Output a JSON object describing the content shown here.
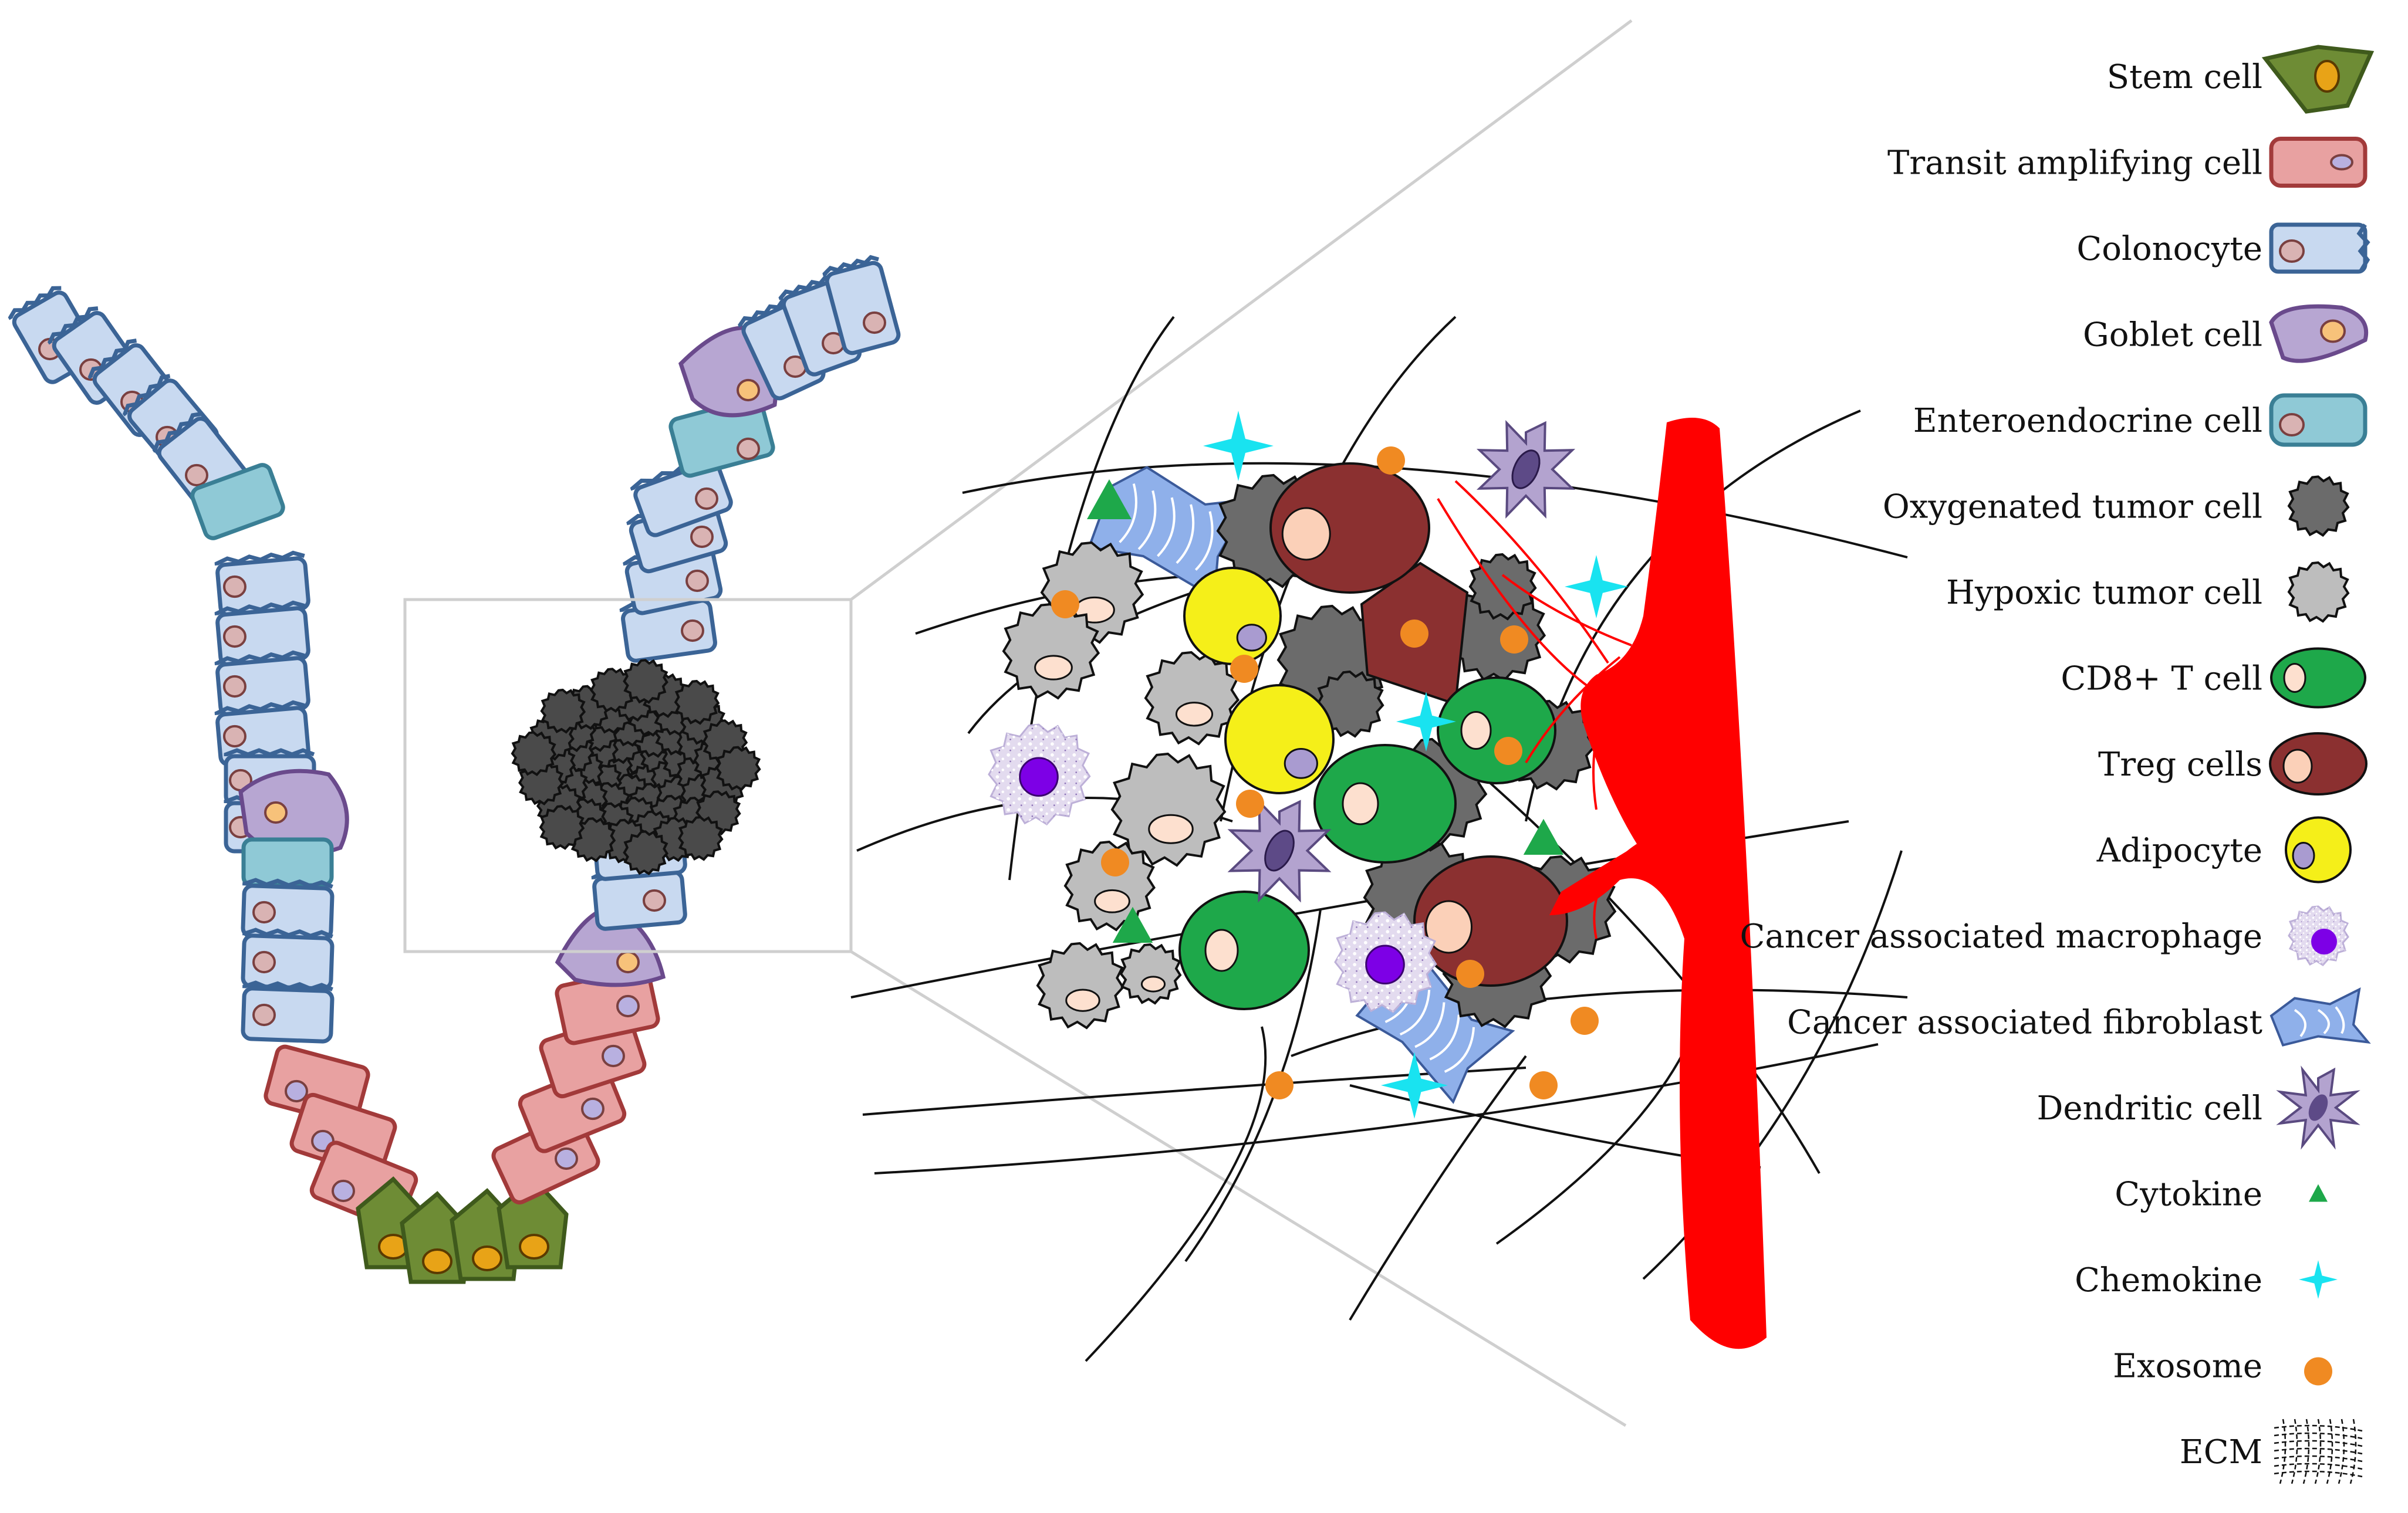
{
  "legend": [
    {
      "key": "stem_cell",
      "label": "Stem cell",
      "icon": "stem-cell-icon"
    },
    {
      "key": "transit_amplifying_cell",
      "label": "Transit amplifying cell",
      "icon": "transit-amplifying-cell-icon"
    },
    {
      "key": "colonocyte",
      "label": "Colonocyte",
      "icon": "colonocyte-icon"
    },
    {
      "key": "goblet_cell",
      "label": "Goblet cell",
      "icon": "goblet-cell-icon"
    },
    {
      "key": "enteroendocrine_cell",
      "label": "Enteroendocrine cell",
      "icon": "enteroendocrine-cell-icon"
    },
    {
      "key": "oxygenated_tumor_cell",
      "label": "Oxygenated tumor cell",
      "icon": "oxygenated-tumor-cell-icon"
    },
    {
      "key": "hypoxic_tumor_cell",
      "label": "Hypoxic tumor cell",
      "icon": "hypoxic-tumor-cell-icon"
    },
    {
      "key": "cd8_t_cell",
      "label": "CD8+ T cell",
      "icon": "cd8-t-cell-icon"
    },
    {
      "key": "treg_cells",
      "label": "Treg cells",
      "icon": "treg-cell-icon"
    },
    {
      "key": "adipocyte",
      "label": "Adipocyte",
      "icon": "adipocyte-icon"
    },
    {
      "key": "macrophage",
      "label": "Cancer associated macrophage",
      "icon": "macrophage-icon"
    },
    {
      "key": "fibroblast",
      "label": "Cancer associated fibroblast",
      "icon": "fibroblast-icon"
    },
    {
      "key": "dendritic_cell",
      "label": "Dendritic cell",
      "icon": "dendritic-cell-icon"
    },
    {
      "key": "cytokine",
      "label": "Cytokine",
      "icon": "cytokine-triangle-icon"
    },
    {
      "key": "chemokine",
      "label": "Chemokine",
      "icon": "chemokine-star-icon"
    },
    {
      "key": "exosome",
      "label": "Exosome",
      "icon": "exosome-dot-icon"
    },
    {
      "key": "ecm",
      "label": "ECM",
      "icon": "ecm-mesh-icon"
    }
  ],
  "colors": {
    "stem_fill": "#6e8c35",
    "stem_stroke": "#3f5a1c",
    "stem_nucleus": "#e8a317",
    "ta_fill": "#e8a1a1",
    "ta_stroke": "#a23a3a",
    "colonocyte_fill": "#c8d9f0",
    "colonocyte_stroke": "#3b6496",
    "goblet_fill": "#b7a6d2",
    "goblet_stroke": "#6a4a8c",
    "entero_fill": "#8fc9d6",
    "entero_stroke": "#3a7f95",
    "nucleus_fill": "#d9b3b3",
    "nucleus_stroke": "#7a4040",
    "oxy_tumor": "#6b6b6b",
    "hyp_tumor": "#bdbdbd",
    "cd8": "#1ea84a",
    "treg": "#8b3030",
    "adipocyte": "#f5ef19",
    "adipo_nucleus": "#a99bd0",
    "macrophage": "#e3dbef",
    "mac_nucleus": "#7d00e6",
    "fibroblast": "#8fb0ea",
    "dendritic": "#b3a3cf",
    "cytokine": "#1ea84a",
    "chemokine": "#19e3f0",
    "exosome": "#f08a22",
    "vessel": "#ff0000",
    "ecm_line": "#111111",
    "zoom_line": "#cfcfcf"
  }
}
